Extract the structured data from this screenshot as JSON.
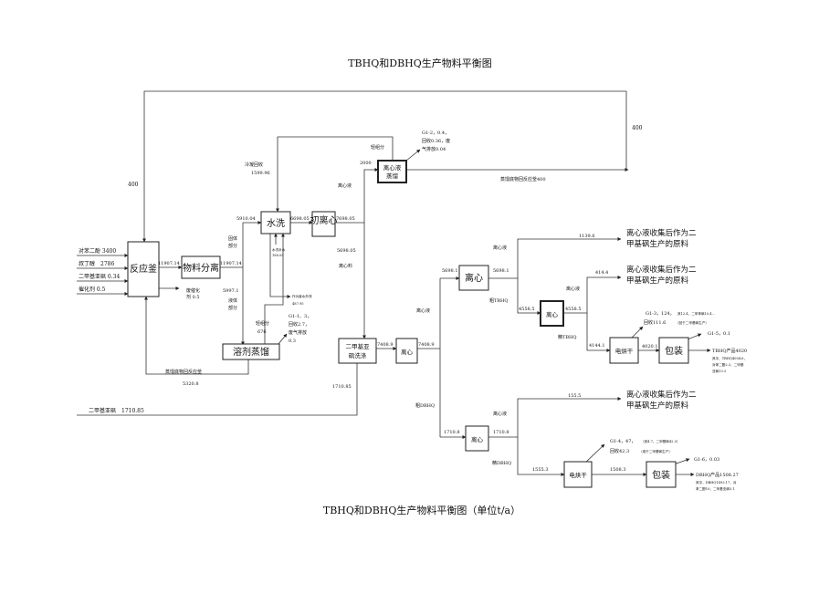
{
  "title_top": "TBHQ和DBHQ生产物料平衡图",
  "title_bottom": "TBHQ和DBHQ生产物料平衡图（单位t/a）",
  "boxes": {
    "reactor": "反应釜",
    "material_sep": "物料分离",
    "water_wash": "水洗",
    "initial_centrifuge": "初离心",
    "centrifuge_distill": [
      "离心液",
      "蒸馏"
    ],
    "solvent_distill": "溶剂蒸馏",
    "sulfone_wash": [
      "二甲基亚",
      "砜洗涤"
    ],
    "centrifuge_main": "离心",
    "centrifuge_tbhq_1": "离心",
    "centrifuge_tbhq_2": "离心",
    "dryer_tbhq": "电烘干",
    "pack_tbhq": "包装",
    "centrifuge_dbhq": "离心",
    "dryer_dbhq": "电烘干",
    "pack_dbhq": "包装"
  },
  "inputs": {
    "hydroquinone": "对苯二酚 3400",
    "tbutanol": "叔丁醇　2786",
    "dmso": "二甲基亚砜 0.34",
    "catalyst": "催化剂 0.5"
  },
  "labels": {
    "recycle_top": "400",
    "recycle_right": "400",
    "reactor_out": "11907.14",
    "sep_out": "11907.14",
    "waste_catalyst": [
      "废催化",
      "剂 0.5"
    ],
    "solid_5910": "5910.04",
    "solid_part": [
      "固体",
      "部分"
    ],
    "liquid_5997": "5997.1",
    "liquid_part": [
      "液体",
      "部分"
    ],
    "condense_recovery": [
      "冷凝回收",
      "1599.96"
    ],
    "light_top": "轻组分",
    "wash_6698": "6698.05",
    "centrifuge_7698": "7698.05",
    "wash_water": [
      "水洗补水",
      "188.05"
    ],
    "waste_water": [
      "作为废水外排",
      "487.95"
    ],
    "g1_1": [
      "G1-1、3，",
      "回收2.7，",
      "废气排放",
      "0.3"
    ],
    "light_676": [
      "轻组分",
      "676"
    ],
    "residue_5320": [
      "蒸馏底物回反应釜",
      "5320.8"
    ],
    "val_2000": "2000",
    "liquid_centrifuge": "离心液",
    "val_5698": "5698.05",
    "centrifuge_material": "离心料",
    "g1_2": [
      "G1-2，0.4，",
      "回收0.36，废",
      "气排放0.04"
    ],
    "residue_400": "蒸馏底物回反应釜400",
    "dmso_input": "二甲基亚砜　1710.85",
    "val_1710_85": "1710.85",
    "val_7408_a": "7408.9",
    "val_7408_b": "7408.9",
    "liquid_mid": "离心液",
    "val_5698_1_in": "5698.1",
    "val_5698_1_out": "5698.1",
    "liquid_tbhq": "离心液",
    "val_1139": "1139.6",
    "collect_1": [
      "离心液收集后作为二",
      "甲基砜生产的原料"
    ],
    "crude_tbhq": "粗TBHQ",
    "val_4558_in": "4558.5",
    "val_4558_out": "4558.5",
    "liquid_tbhq_2": "离心液",
    "val_414": "414.4",
    "collect_2": [
      "离心液收集后作为二",
      "甲基砜生产的原料"
    ],
    "fine_tbhq": "精TBHQ",
    "val_4144": "4144.1",
    "val_4020": "4020.1",
    "g1_3_head": "G1-3，124，",
    "g1_3_small_a": "其12.4，二甲苯砜10.4...",
    "g1_3_recovery": "回收111.6",
    "g1_3_small_b": "（回于二甲基砜生产）",
    "g1_5": "G1-5，0.1",
    "tbhq_product": "TBHQ产品4020",
    "tbhq_detail": [
      "其中，TBHQ4004.6，",
      "对苯二酚2.3，二甲基",
      "亚砜13.3"
    ],
    "crude_dbhq": "粗DBHQ",
    "val_1710_8_in": "1710.8",
    "val_1710_8_out": "1710.8",
    "liquid_dbhq": "离心液",
    "val_155": "155.5",
    "collect_3": [
      "离心液收集后作为二",
      "甲基砜生产的原料"
    ],
    "fine_dbhq": "精DBHQ",
    "val_1555": "1555.3",
    "val_1508": "1508.3",
    "g1_4_head": "G1-4，47，",
    "g1_4_small_a": "（其4.7，二甲基砜42.3）",
    "g1_4_recovery": "回收42.3",
    "g1_4_small_b": "（用于二甲基砜生产）",
    "g1_6": "G1-6，0.03",
    "dbhq_product": "DBHQ产品1508.27",
    "dbhq_detail": [
      "其中，DBHQ1493.17，对",
      "苯二酚10，二甲基亚砜5.1"
    ]
  }
}
